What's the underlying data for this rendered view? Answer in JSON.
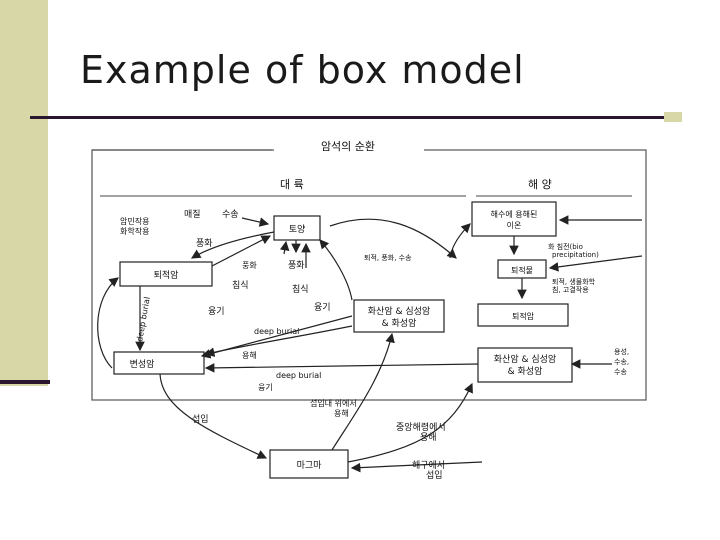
{
  "slide": {
    "title": "Example of box model"
  },
  "diagram": {
    "top_title": "암석의 순환",
    "sections": {
      "land": "대 륙",
      "ocean": "해 양"
    },
    "boxes": {
      "soil": "토양",
      "sediment_rock": "퇴적암",
      "metamorphic": "변성암",
      "magma": "마그마",
      "volcanic_center": [
        "화산암 & 심성암",
        "& 화성암"
      ],
      "ocean_ions": [
        "해수에 용해된",
        "이온"
      ],
      "marine_sediment": "퇴적물",
      "marine_rock": "퇴적암",
      "volcanic_right": [
        "화산암 & 심성암",
        "& 화성암"
      ]
    },
    "labels": {
      "exposure": "매질",
      "absorption": "수송",
      "chem_weathering": [
        "암민작용",
        "화학작용"
      ],
      "weathering_left": "풍화",
      "weathering_mid1": "풍화",
      "weathering_mid2": "풍화",
      "deposition1": "침식",
      "deposition2": "침식",
      "erosion_path": "퇴적, 풍화, 수송",
      "uplift1": "융기",
      "uplift2": "융기",
      "deep_burial_v": "deep burial",
      "deep_burial_h1": "deep burial",
      "deep_burial_h2": "deep burial",
      "melting": "용해",
      "uplift3": "융기",
      "subduction": "섭입",
      "mantle_melt": [
        "섭입대 위에서",
        "용해"
      ],
      "midocean": [
        "중앙해령에서",
        "용해"
      ],
      "trench": [
        "해구에서",
        "섭입"
      ],
      "bio_precip": [
        "화 침전(bio",
        "precipitation)"
      ],
      "marine_process": [
        "퇴적, 생물화학",
        "침, 고결작용"
      ],
      "right_side": [
        "용성,",
        "수송,",
        "수송"
      ]
    }
  }
}
